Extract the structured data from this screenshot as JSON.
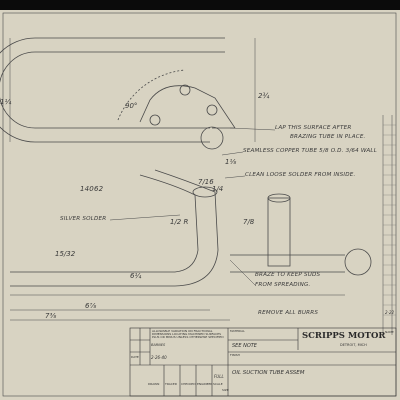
{
  "notes": {
    "lap": "LAP THIS SURFACE AFTER",
    "lap2": "BRAZING TUBE IN PLACE.",
    "seamless": "SEAMLESS COPPER TUBE 5/8 O.D. 3/64 WALL",
    "clean": "CLEAN LOOSE SOLDER FROM INSIDE.",
    "part": "14062",
    "silver": "SILVER SOLDER",
    "braze": "BRAZE TO KEEP SUDS",
    "braze2": "FROM SPREADING.",
    "burrs": "REMOVE ALL BURRS"
  },
  "dims": {
    "angle": "90°",
    "d1": "1¼",
    "d2": "2¾",
    "d3": "1⅛",
    "d4": "7/16",
    "d5": "1/4",
    "d6": "15/32",
    "d7": "6⅞",
    "d8": "6¼",
    "d9": "7⅜",
    "d10": "7/8",
    "d11": "1/2 R"
  },
  "title_block": {
    "material_label": "MATERIAL",
    "material": "SEE NOTE",
    "finish_label": "FINISH",
    "title": "OIL SUCTION TUBE ASSEM",
    "company": "SCRIPPS MOTOR",
    "city": "DETROIT, MICH",
    "date": "2-26-40",
    "date_label": "DATE",
    "drawn_by": "BARNES",
    "tolerance": "ALLOWABLE VARIATION ON FRACTIONAL DIMENSIONS LOCATING MACHINED SURFACES PLUS OR MINUS UNLESS OTHERWISE SPECIFIED",
    "row_labels": [
      "DRAWN",
      "TRACED",
      "CHECKED",
      "ENGINEER",
      "SCALE",
      "SIZE"
    ],
    "scale": "FULL",
    "side_label": "NAME",
    "side_val": "2-22"
  }
}
